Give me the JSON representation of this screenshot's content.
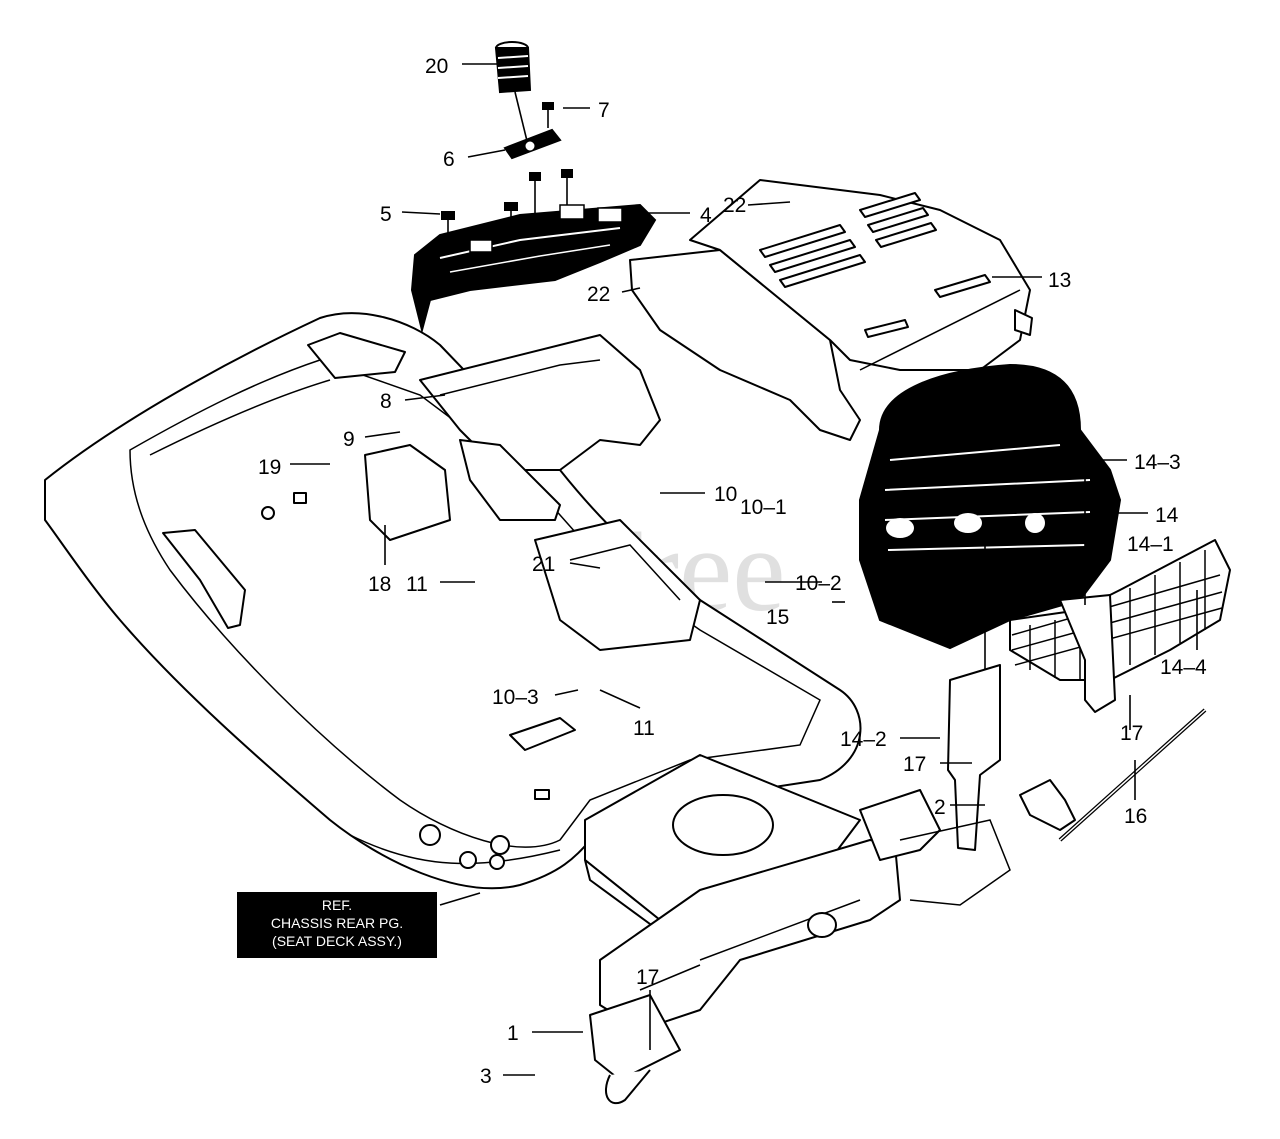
{
  "watermark": "PartsTree",
  "reference_note": {
    "line1": "REF.",
    "line2": "CHASSIS REAR PG.",
    "line3": "(SEAT DECK ASSY.)"
  },
  "callouts": {
    "c20": "20",
    "c7": "7",
    "c6": "6",
    "c5": "5",
    "c4": "4",
    "c22a": "22",
    "c22b": "22",
    "c13": "13",
    "c8": "8",
    "c9": "9",
    "c19": "19",
    "c10": "10",
    "c10_1": "10–1",
    "c14_3": "14–3",
    "c14": "14",
    "c14_1": "14–1",
    "c21": "21",
    "c18": "18",
    "c11a": "11",
    "c10_2": "10–2",
    "c15": "15",
    "c14_4": "14–4",
    "c10_3": "10–3",
    "c11b": "11",
    "c14_2": "14–2",
    "c17a": "17",
    "c17b": "17",
    "c2": "2",
    "c16": "16",
    "c17c": "17",
    "c1": "1",
    "c3": "3"
  }
}
